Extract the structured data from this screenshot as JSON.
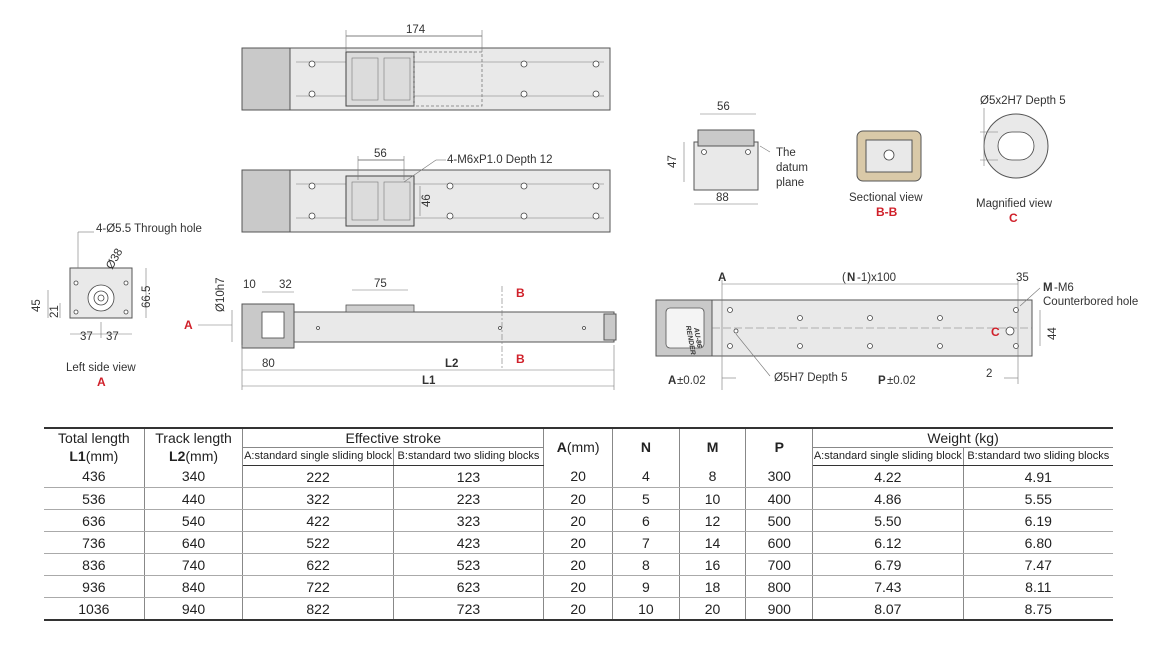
{
  "labels": {
    "dim_174": "174",
    "dim_56_top": "56",
    "m6_depth": "4-M6xP1.0 Depth 12",
    "dim_46": "46",
    "through_hole": "4-Ø5.5 Through hole",
    "dim_38": "Ø38",
    "dim_45": "45",
    "dim_21": "21",
    "dim_37a": "37",
    "dim_37b": "37",
    "dim_665": "66.5",
    "left_side_view": "Left side view",
    "left_side_letter": "A",
    "dim_10h7": "Ø10h7",
    "dim_10": "10",
    "dim_32": "32",
    "dim_75": "75",
    "dim_80": "80",
    "label_l2": "L2",
    "label_l1": "L1",
    "letter_a_left": "A",
    "letter_b_top": "B",
    "letter_b_bottom": "B",
    "dim_56_end": "56",
    "dim_47": "47",
    "dim_88": "88",
    "datum_1": "The",
    "datum_2": "datum",
    "datum_3": "plane",
    "sectional_view": "Sectional view",
    "sectional_letter": "B-B",
    "magnified_dim": "Ø5x2H7 Depth 5",
    "magnified_view": "Magnified view",
    "magnified_letter": "C",
    "top_a": "A",
    "n_label_open": "(",
    "n_label_n": "N",
    "n_label_rest": "-1)x100",
    "dim_35": "35",
    "m_label_m": "M",
    "m_label_rest": "-M6",
    "counterbored": "Counterbored hole",
    "letter_c": "C",
    "dim_44": "44",
    "dim_2": "2",
    "tol_a": "±0.02",
    "tol_a_letter": "A",
    "tol_p": "±0.02",
    "tol_p_letter": "P",
    "depth_5h7": "Ø5H7 Depth 5",
    "brand": "RENDER",
    "model": "AU-86"
  },
  "table": {
    "h_total": "Total length",
    "h_total_l1": "L1",
    "h_total_unit": "(mm)",
    "h_track": "Track length",
    "h_track_l2": "L2",
    "h_track_unit": "(mm)",
    "h_stroke": "Effective stroke",
    "h_a": "A",
    "h_a_unit": "(mm)",
    "h_n": "N",
    "h_m": "M",
    "h_p": "P",
    "h_weight": "Weight (kg)",
    "h_sub_a": "A:standard single sliding block",
    "h_sub_b": "B:standard two sliding blocks",
    "h_sub_a2": "A:standard single sliding block",
    "h_sub_b2": "B:standard two sliding blocks",
    "rows": [
      [
        "436",
        "340",
        "222",
        "123",
        "20",
        "4",
        "8",
        "300",
        "4.22",
        "4.91"
      ],
      [
        "536",
        "440",
        "322",
        "223",
        "20",
        "5",
        "10",
        "400",
        "4.86",
        "5.55"
      ],
      [
        "636",
        "540",
        "422",
        "323",
        "20",
        "6",
        "12",
        "500",
        "5.50",
        "6.19"
      ],
      [
        "736",
        "640",
        "522",
        "423",
        "20",
        "7",
        "14",
        "600",
        "6.12",
        "6.80"
      ],
      [
        "836",
        "740",
        "622",
        "523",
        "20",
        "8",
        "16",
        "700",
        "6.79",
        "7.47"
      ],
      [
        "936",
        "840",
        "722",
        "623",
        "20",
        "9",
        "18",
        "800",
        "7.43",
        "8.11"
      ],
      [
        "1036",
        "940",
        "822",
        "723",
        "20",
        "10",
        "20",
        "900",
        "8.07",
        "8.75"
      ]
    ]
  },
  "colors": {
    "accent_red": "#d0202a"
  }
}
